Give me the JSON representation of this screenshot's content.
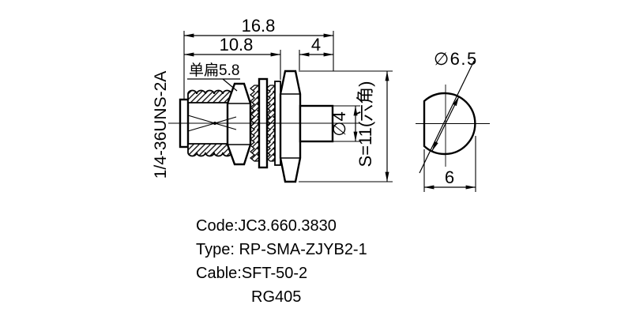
{
  "drawing": {
    "kind": "RF coaxial connector dimension drawing",
    "colors": {
      "line": "#000000",
      "background": "#ffffff"
    },
    "dimensions": {
      "overall_length": "16.8",
      "front_length": "10.8",
      "rear_length": "4",
      "flat_label": "单扁5.8",
      "thread_spec": "1/4-36UNS-2A",
      "pin_dia": "∅4",
      "hex_size": "S=11(六角)",
      "end_dia": "∅6.5",
      "end_flat_width": "6"
    },
    "notes": {
      "code": "Code:JC3.660.3830",
      "type": "Type: RP-SMA-ZJYB2-1",
      "cable": "Cable:SFT-50-2",
      "cable2": "RG405"
    }
  }
}
